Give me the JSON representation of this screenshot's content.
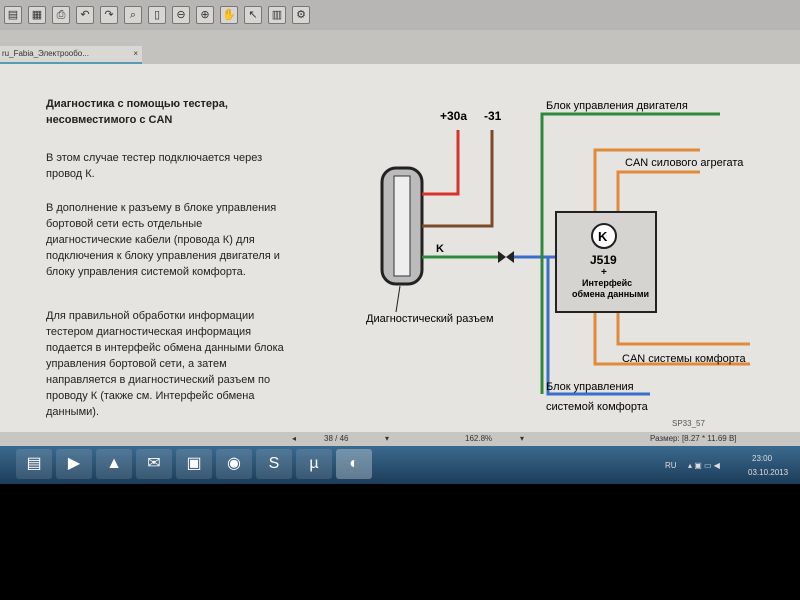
{
  "tab": {
    "title": "ru_Fabia_Электрообо...",
    "close": "×"
  },
  "document": {
    "heading": [
      "Диагностика с помощью тестера,",
      "несовместимого с CAN"
    ],
    "para1": [
      "В этом случае тестер подключается через",
      "провод К."
    ],
    "para2": [
      "В дополнение к разъему в блоке управления",
      "бортовой сети есть отдельные",
      "диагностические кабели (провода К) для",
      "подключения к блоку управления двигателя и",
      "блоку управления системой комфорта."
    ],
    "para3": [
      "Для правильной обработки информации",
      "тестером диагностическая информация",
      "подается в интерфейс обмена данными блока",
      "управления бортовой сети, а затем",
      "направляется в диагностический разъем по",
      "проводу К (также см. Интерфейс обмена",
      "данными)."
    ]
  },
  "diagram": {
    "plus30a": "+30a",
    "minus31": "-31",
    "k": "K",
    "engine_ecu": "Блок управления двигателя",
    "can_power": "CAN силового агрегата",
    "j519": "J519",
    "plus": "+",
    "iface": [
      "Интерфейс",
      "обмена данными"
    ],
    "diag_connector": "Диагностический разъем",
    "can_comfort": "CAN системы комфорта",
    "comfort_ecu": [
      "Блок управления",
      "системой комфорта"
    ],
    "code": "SP33_57",
    "colors": {
      "red": "#d8322a",
      "brown": "#7a4a2a",
      "green": "#2e8a3a",
      "blue": "#3a6ec8",
      "orange": "#e08a3a"
    }
  },
  "status": {
    "page": "38 / 46",
    "zoom": "162.8%",
    "size": "Размер: [8.27 * 11.69 В]"
  },
  "tray": {
    "lang": "RU",
    "time": "23:00",
    "date": "03.10.2013"
  }
}
